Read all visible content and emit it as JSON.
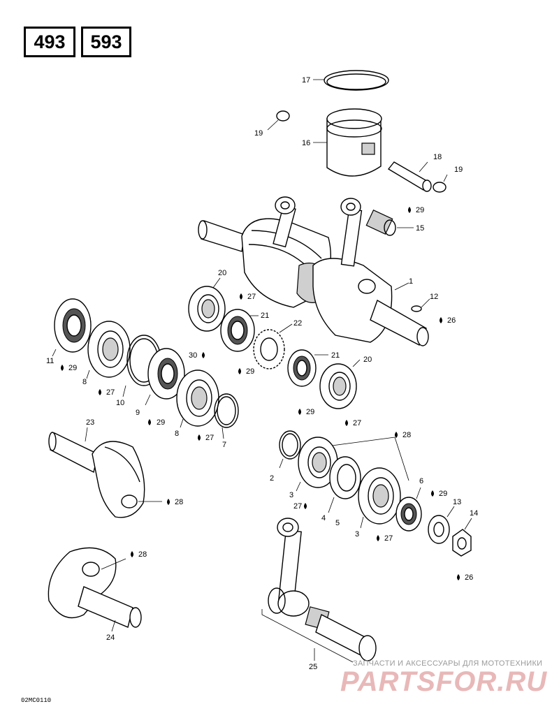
{
  "header": {
    "badge_a": "493",
    "badge_b": "593"
  },
  "footer": {
    "code": "02MC0110"
  },
  "watermark": {
    "tagline": "ЗАПЧАСТИ И АКСЕССУАРЫ ДЛЯ МОТОТЕХНИКИ",
    "logo": "PARTSFOR.RU"
  },
  "callouts": [
    {
      "id": "c17",
      "text": "17"
    },
    {
      "id": "c19a",
      "text": "19"
    },
    {
      "id": "c16",
      "text": "16"
    },
    {
      "id": "c18",
      "text": "18"
    },
    {
      "id": "c19b",
      "text": "19"
    },
    {
      "id": "c29a",
      "text": "29"
    },
    {
      "id": "c15",
      "text": "15"
    },
    {
      "id": "c1",
      "text": "1"
    },
    {
      "id": "c12",
      "text": "12"
    },
    {
      "id": "c26a",
      "text": "26"
    },
    {
      "id": "c20a",
      "text": "20"
    },
    {
      "id": "c27a",
      "text": "27"
    },
    {
      "id": "c21a",
      "text": "21"
    },
    {
      "id": "c22",
      "text": "22"
    },
    {
      "id": "c30",
      "text": "30"
    },
    {
      "id": "c29b",
      "text": "29"
    },
    {
      "id": "c21b",
      "text": "21"
    },
    {
      "id": "c20b",
      "text": "20"
    },
    {
      "id": "c11",
      "text": "11"
    },
    {
      "id": "c29c",
      "text": "29"
    },
    {
      "id": "c8a",
      "text": "8"
    },
    {
      "id": "c27b",
      "text": "27"
    },
    {
      "id": "c10",
      "text": "10"
    },
    {
      "id": "c9",
      "text": "9"
    },
    {
      "id": "c29d",
      "text": "29"
    },
    {
      "id": "c8b",
      "text": "8"
    },
    {
      "id": "c27c",
      "text": "27"
    },
    {
      "id": "c7",
      "text": "7"
    },
    {
      "id": "c29e",
      "text": "29"
    },
    {
      "id": "c27d",
      "text": "27"
    },
    {
      "id": "c23",
      "text": "23"
    },
    {
      "id": "c28a",
      "text": "28"
    },
    {
      "id": "c28b",
      "text": "28"
    },
    {
      "id": "c2",
      "text": "2"
    },
    {
      "id": "c3a",
      "text": "3"
    },
    {
      "id": "c27e",
      "text": "27"
    },
    {
      "id": "c4",
      "text": "4"
    },
    {
      "id": "c5",
      "text": "5"
    },
    {
      "id": "c3b",
      "text": "3"
    },
    {
      "id": "c27f",
      "text": "27"
    },
    {
      "id": "c6",
      "text": "6"
    },
    {
      "id": "c29f",
      "text": "29"
    },
    {
      "id": "c13",
      "text": "13"
    },
    {
      "id": "c14",
      "text": "14"
    },
    {
      "id": "c26b",
      "text": "26"
    },
    {
      "id": "c28c",
      "text": "28"
    },
    {
      "id": "c24",
      "text": "24"
    },
    {
      "id": "c25",
      "text": "25"
    }
  ]
}
